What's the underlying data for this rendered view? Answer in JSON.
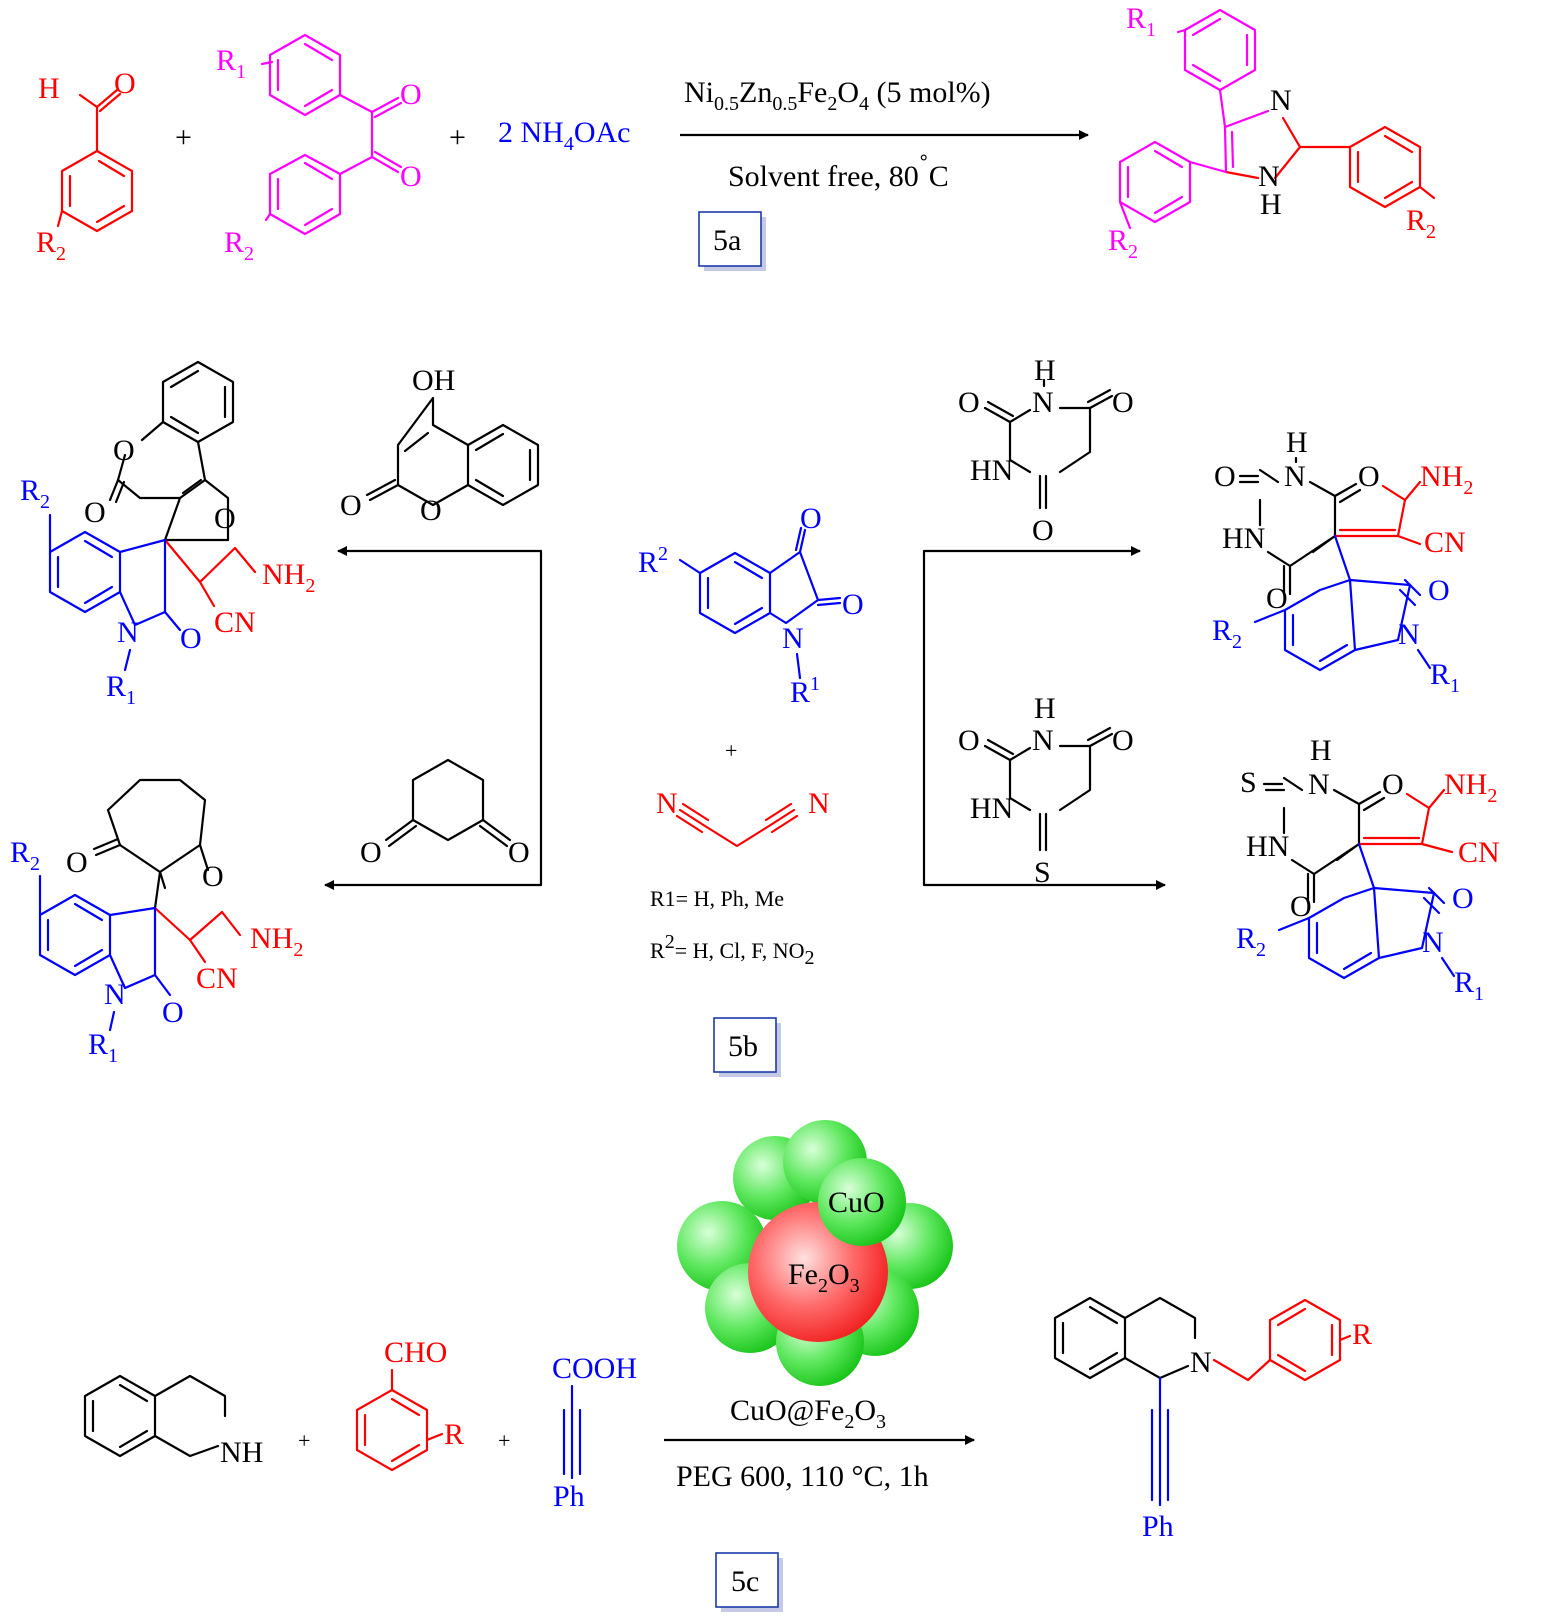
{
  "colors": {
    "red": "#ff0000",
    "blue": "#0000ff",
    "magenta": "#ff00ff",
    "green": "#19c419",
    "black": "#000000"
  },
  "scheme_a": {
    "label": "5a",
    "plus1": "+",
    "plus2": "+",
    "aldehyde": {
      "H": "H",
      "O": "O",
      "R": "R",
      "R_sub": "2"
    },
    "benzil": {
      "R1": "R",
      "R1_sub": "1",
      "R2": "R",
      "R2_sub": "2",
      "O1": "O",
      "O2": "O"
    },
    "reagent": {
      "coef": "2 ",
      "text": "NH",
      "sub": "4",
      "tail": "OAc"
    },
    "catalyst": {
      "p1": "Ni",
      "s1": "0.5",
      "p2": "Zn",
      "s2": "0.5",
      "p3": "Fe",
      "s3": "2",
      "p4": "O",
      "s4": "4",
      "p5": " (5 mol%)"
    },
    "conditions": {
      "text": "Solvent free, 80",
      "deg": "˚",
      "unit": "C"
    },
    "product": {
      "N": "N",
      "NH_N": "N",
      "NH_H": "H",
      "R1": "R",
      "R1_sub": "1",
      "R2": "R",
      "R2_sub": "2",
      "R2b": "R",
      "R2b_sub": "2"
    }
  },
  "scheme_b": {
    "label": "5b",
    "isatin": {
      "R2": "R",
      "R2_sup": "2",
      "O1": "O",
      "O2": "O",
      "N": "N",
      "R1": "R",
      "R1_sup": "1"
    },
    "plus": "+",
    "malononitrile": {
      "N1": "N",
      "N2": "N"
    },
    "note_r1": "R1= H, Ph, Me",
    "note_r2": {
      "pre": "R",
      "sup": "2",
      "post": "= H, Cl, F, NO",
      "sub": "2"
    },
    "hydroxycoumarin": {
      "OH": "OH",
      "O_ring": "O",
      "O_co": "O"
    },
    "cyclohexanedione": {
      "O1": "O",
      "O2": "O"
    },
    "barbituric": {
      "H": "H",
      "N1": "N",
      "O1": "O",
      "O2": "O",
      "HN": "HN",
      "O3": "O"
    },
    "thiobarbituric": {
      "H": "H",
      "N1": "N",
      "O1": "O",
      "O2": "O",
      "HN": "HN",
      "S": "S"
    },
    "product_tl": {
      "O_a": "O",
      "O_b": "O",
      "O_c": "O",
      "R": "R",
      "R_sub": "2",
      "NH": "NH",
      "NH_sub": "2",
      "CN": "CN",
      "N": "N",
      "O_d": "O",
      "R1": "R",
      "R1_sub": "1"
    },
    "product_bl": {
      "O_a": "O",
      "O_b": "O",
      "R": "R",
      "R_sub": "2",
      "NH": "NH",
      "NH_sub": "2",
      "CN": "CN",
      "N": "N",
      "O_d": "O",
      "R1": "R",
      "R1_sub": "1"
    },
    "product_tr": {
      "H": "H",
      "N": "N",
      "O_a": "O",
      "O_ring": "O",
      "NH": "NH",
      "NH_sub": "2",
      "HN": "HN",
      "CN": "CN",
      "O_b": "O",
      "O_c": "O",
      "R2": "R",
      "R2_sub": "2",
      "N2": "N",
      "R1": "R",
      "R1_sub": "1"
    },
    "product_br": {
      "H": "H",
      "S": "S",
      "N": "N",
      "O_ring": "O",
      "NH": "NH",
      "NH_sub": "2",
      "HN": "HN",
      "CN": "CN",
      "O_b": "O",
      "O_c": "O",
      "R2": "R",
      "R2_sub": "2",
      "N2": "N",
      "R1": "R",
      "R1_sub": "1"
    }
  },
  "scheme_c": {
    "label": "5c",
    "thiq": {
      "NH": "NH"
    },
    "benzaldehyde": {
      "CHO": "CHO",
      "R": "R"
    },
    "acid": {
      "COOH": "COOH",
      "Ph": "Ph"
    },
    "plus1": "+",
    "plus2": "+",
    "nano": {
      "shell": "CuO",
      "core": "Fe",
      "core_sub": "2",
      "core_o": "O",
      "core_o_sub": "3"
    },
    "catalyst": "CuO@Fe",
    "catalyst_sub": "2",
    "catalyst_o": "O",
    "catalyst_o_sub": "3",
    "conditions": "PEG 600, 110 °C, 1h",
    "product": {
      "N": "N",
      "R": "R",
      "Ph": "Ph"
    }
  }
}
